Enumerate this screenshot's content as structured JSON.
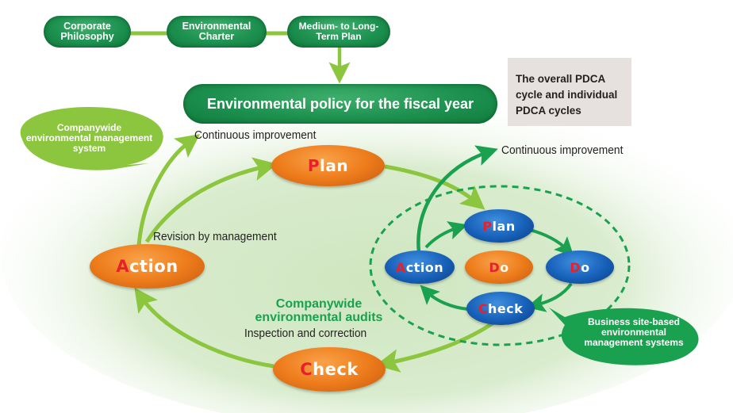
{
  "top_boxes": [
    {
      "line1": "Corporate",
      "line2": "Philosophy"
    },
    {
      "line1": "Environmental",
      "line2": "Charter"
    },
    {
      "line1": "Medium- to Long-",
      "line2": "Term Plan"
    }
  ],
  "policy_banner": "Environmental policy for the fiscal year",
  "note_box": {
    "line1": "The overall PDCA",
    "line2": "cycle and individual",
    "line3": "PDCA cycles"
  },
  "left_bubble": {
    "line1": "Companywide",
    "line2": "environmental management",
    "line3": "system"
  },
  "right_bubble": {
    "line1": "Business site-based",
    "line2": "environmental",
    "line3": "management systems"
  },
  "overall_cycle": {
    "plan": {
      "initial": "P",
      "rest": "lan"
    },
    "action": {
      "initial": "A",
      "rest": "ction"
    },
    "check": {
      "initial": "C",
      "rest": "heck"
    },
    "continuous_improvement": "Continuous improvement",
    "revision": "Revision by management",
    "audits_line1": "Companywide",
    "audits_line2": "environmental audits",
    "inspection": "Inspection and correction"
  },
  "site_cycle": {
    "plan": {
      "initial": "P",
      "rest": "lan"
    },
    "do": {
      "initial": "D",
      "rest": "o"
    },
    "do_center": {
      "initial": "D",
      "rest": "o"
    },
    "check": {
      "initial": "C",
      "rest": "heck"
    },
    "action": {
      "initial": "A",
      "rest": "ction"
    },
    "continuous_improvement": "Continuous improvement"
  },
  "colors": {
    "dark_green": "#1d9150",
    "light_green": "#8cc63f",
    "orange": "#ee7d1c",
    "blue": "#1760b8",
    "red_initial": "#e8202a",
    "note_bg": "#e6e1de"
  }
}
